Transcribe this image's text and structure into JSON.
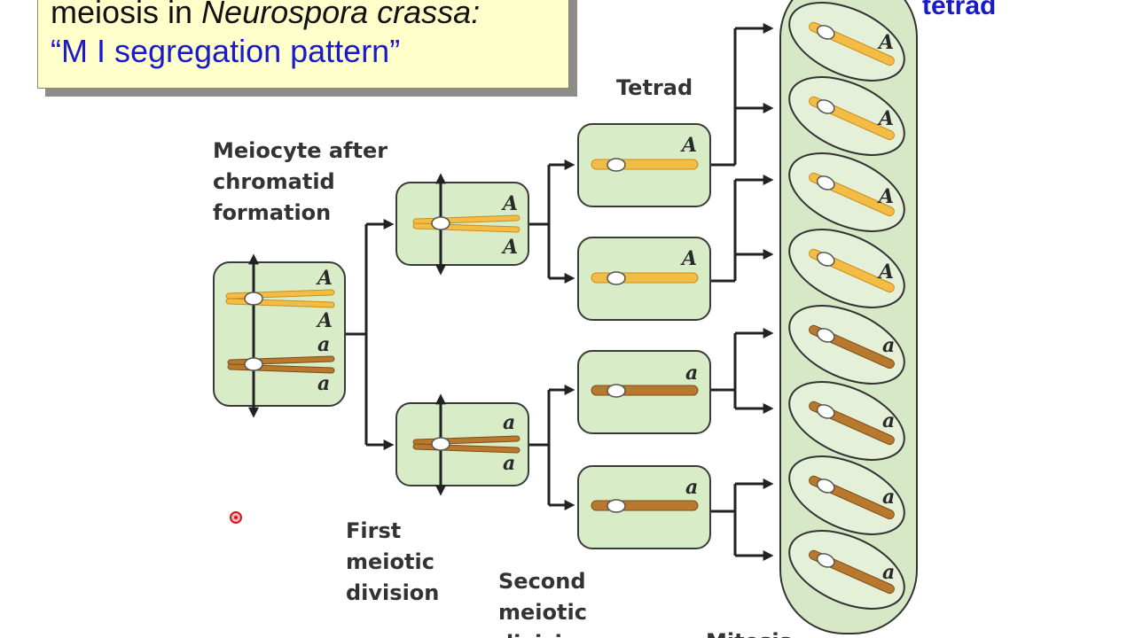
{
  "slide_title": {
    "line1_prefix": "meiosis in ",
    "line1_species": "Neurospora crassa:",
    "line2": "“M I segregation pattern”"
  },
  "labels": {
    "meiocyte": [
      "Meiocyte after",
      "chromatid",
      "formation"
    ],
    "tetrad": "Tetrad",
    "first_division": [
      "First",
      "meiotic",
      "division"
    ],
    "second_division": [
      "Second",
      "meiotic",
      "division"
    ],
    "mitosis": "Mitosis",
    "tetrad_blue": "tetrad"
  },
  "alleles": {
    "meiocyte": [
      "A",
      "A",
      "a",
      "a"
    ],
    "first_division": [
      "A",
      "A",
      "a",
      "a"
    ],
    "second_division": [
      "A",
      "A",
      "a",
      "a"
    ],
    "ascospores": [
      "A",
      "A",
      "A",
      "A",
      "a",
      "a",
      "a",
      "a"
    ]
  },
  "colors": {
    "dominant_allele_chromosome": "#f3bc45",
    "recessive_allele_chromosome": "#b8782e",
    "cell_fill": "#d9ecc8",
    "title_box": "#ffffcc",
    "title_blue": "#1a1acc"
  },
  "icons": {
    "spindle_arrow": "double-headed-arrow",
    "centromere": "white-oval",
    "pointer": "red-dot"
  }
}
